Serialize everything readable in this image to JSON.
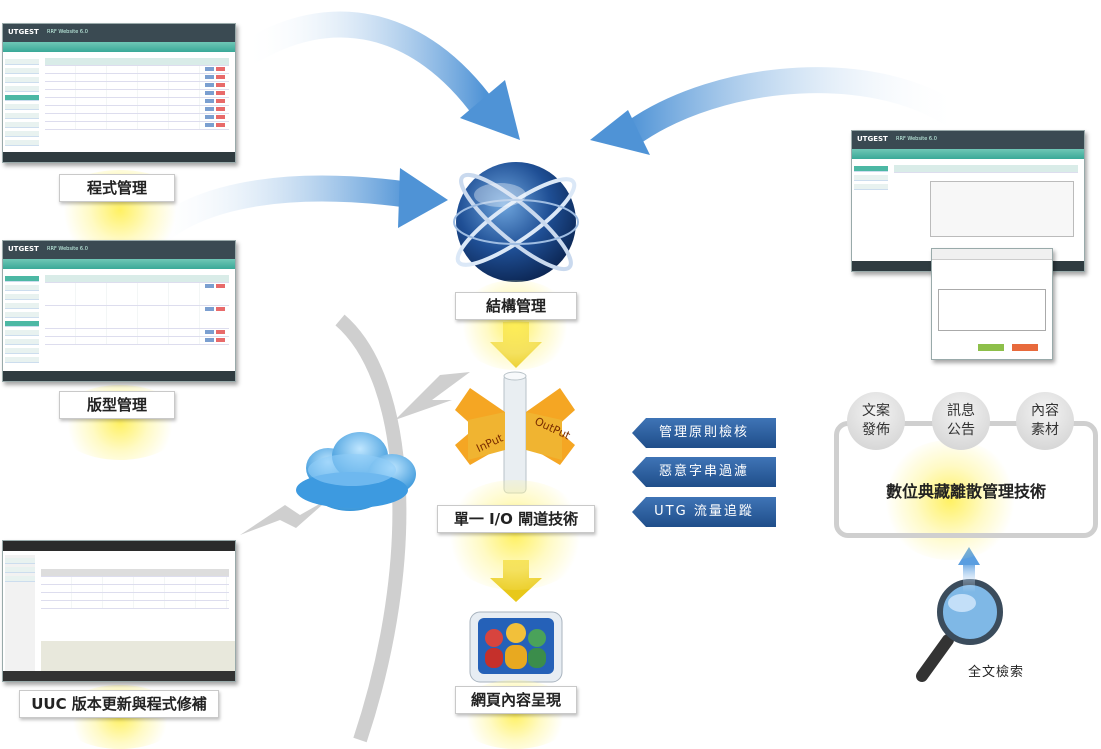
{
  "labels": {
    "program_mgmt": "程式管理",
    "layout_mgmt": "版型管理",
    "uuc_update": "UUC 版本更新與程式修補",
    "structure_mgmt": "結構管理",
    "single_io": "單一 I/O 閘道技術",
    "web_content": "網頁內容呈現",
    "digital_archive": "數位典藏離散管理技術",
    "fulltext_search": "全文檢索"
  },
  "ribbons": [
    "管理原則檢核",
    "惡意字串過濾",
    "UTG 流量追蹤"
  ],
  "circles": [
    {
      "line1": "文案",
      "line2": "發佈"
    },
    {
      "line1": "訊息",
      "line2": "公告"
    },
    {
      "line1": "內容",
      "line2": "素材"
    }
  ],
  "sign": {
    "left": "InPut",
    "right": "OutPut"
  },
  "colors": {
    "arrow_blue": "#5b9bd5",
    "yellow_arrow": "#e8c81a",
    "ribbon_blue": "#2a5c9c",
    "glow_yellow": "#fff05a"
  }
}
